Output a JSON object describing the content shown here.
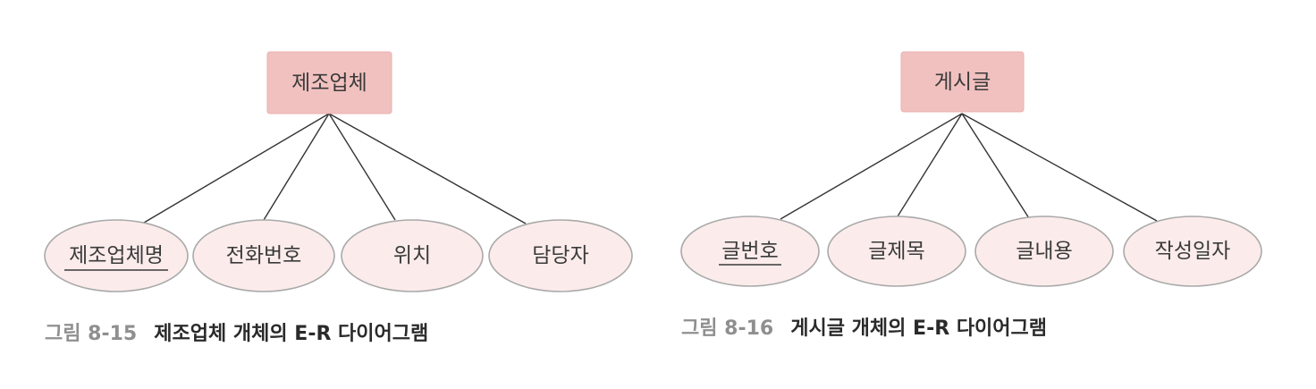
{
  "figures": [
    {
      "caption_prefix": "그림 8-15",
      "caption_text": "제조업체 개체의 E-R 다이어그램",
      "entity": "제조업체",
      "attributes": [
        {
          "label": "제조업체명",
          "key": true
        },
        {
          "label": "전화번호",
          "key": false
        },
        {
          "label": "위치",
          "key": false
        },
        {
          "label": "담당자",
          "key": false
        }
      ]
    },
    {
      "caption_prefix": "그림 8-16",
      "caption_text": "게시글 개체의 E-R 다이어그램",
      "entity": "게시글",
      "attributes": [
        {
          "label": "글번호",
          "key": true
        },
        {
          "label": "글제목",
          "key": false
        },
        {
          "label": "글내용",
          "key": false
        },
        {
          "label": "작성일자",
          "key": false
        }
      ]
    }
  ],
  "colors": {
    "entity_fill": "#f1c1c0",
    "attribute_fill": "#fbeceb",
    "attribute_stroke": "#a9a9a9",
    "caption_prefix": "#8f8f8f",
    "caption_text": "#2a2a2a"
  }
}
